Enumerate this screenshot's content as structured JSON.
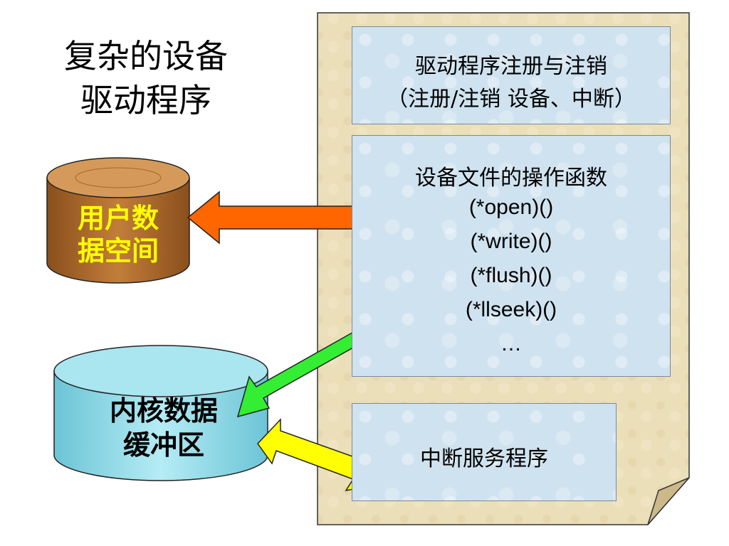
{
  "title_lines": [
    "复杂的设备",
    "驱动程序"
  ],
  "user_space": {
    "lines": [
      "用户数",
      "据空间"
    ]
  },
  "kernel_buffer": {
    "lines": [
      "内核数据",
      "缓冲区"
    ]
  },
  "register_box": {
    "lines": [
      "驱动程序注册与注销",
      "（注册/注销 设备、中断）"
    ]
  },
  "ops_box": {
    "title": "设备文件的操作函数",
    "items": [
      "(*open)()",
      "(*write)()",
      "(*flush)()",
      "(*llseek)()",
      "…"
    ]
  },
  "isr_box": {
    "label": "中断服务程序"
  },
  "colors": {
    "document": "#e9dcb5",
    "box": "#cfe2ef",
    "arrow_user": "#ff6600",
    "arrow_kernel": "#33ee33",
    "arrow_isr": "#ffff00",
    "wood": "#b06a2c",
    "water": "#8fd8e8"
  }
}
